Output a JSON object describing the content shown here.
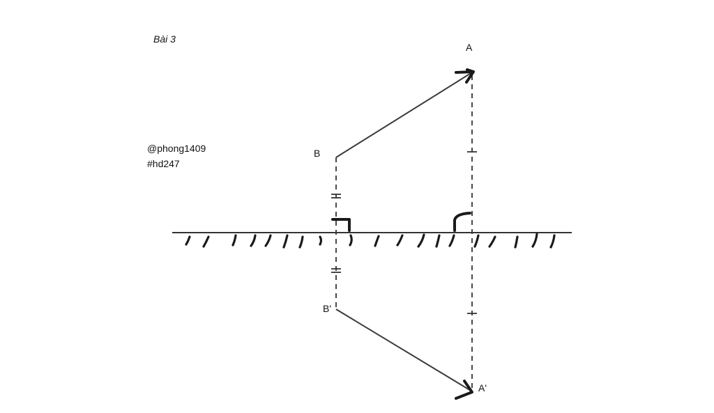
{
  "title": "Bài 3",
  "author": {
    "handle": "@phong1409",
    "tag": "#hd247"
  },
  "points": {
    "A": "A",
    "B": "B",
    "B_prime": "B'",
    "A_prime": "A'"
  },
  "colors": {
    "ink": "#222222",
    "line": "#3a3a3a",
    "background": "#ffffff"
  }
}
